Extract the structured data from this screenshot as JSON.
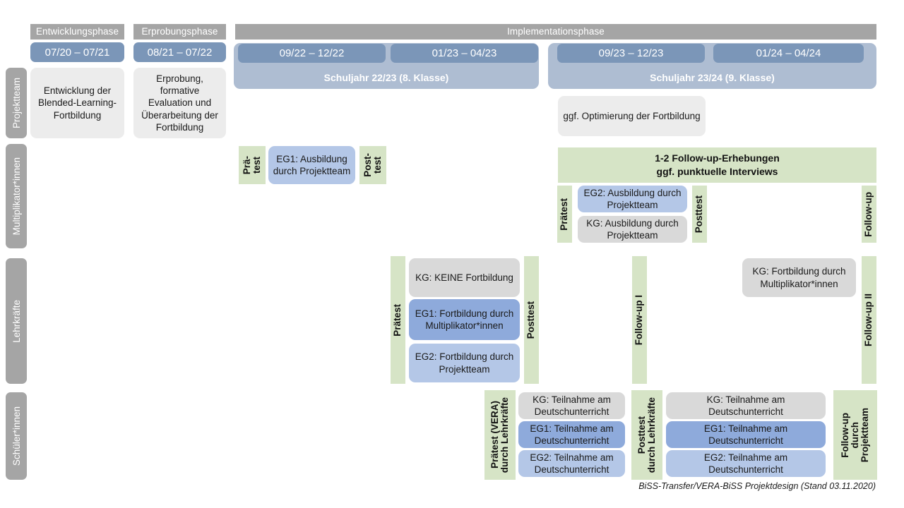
{
  "diagram": {
    "footer_note": "BiSS-Transfer/VERA-BiSS Projektdesign (Stand 03.11.2020)"
  },
  "phases": [
    {
      "label": "Entwicklungsphase"
    },
    {
      "label": "Erprobungsphase"
    },
    {
      "label": "Implementationsphase"
    }
  ],
  "periods": [
    {
      "label": "07/20 – 07/21"
    },
    {
      "label": "08/21 – 07/22"
    },
    {
      "label": "09/22 – 12/22"
    },
    {
      "label": "01/23 – 04/23"
    },
    {
      "label": "09/23 – 12/23"
    },
    {
      "label": "01/24 – 04/24"
    }
  ],
  "school_years": [
    {
      "label": "Schuljahr 22/23 (8. Klasse)"
    },
    {
      "label": "Schuljahr 23/24 (9. Klasse)"
    }
  ],
  "roles": [
    {
      "label": "Projektteam"
    },
    {
      "label": "Multiplikator*innen"
    },
    {
      "label": "Lehrkräfte"
    },
    {
      "label": "Schüler*innen"
    }
  ],
  "projektteam": {
    "entwicklung": "Entwicklung der Blended-Learning-Fortbildung",
    "erprobung": "Erprobung, formative Evaluation und Überarbeitung der Fortbildung",
    "optimierung": "ggf. Optimierung der Fortbildung"
  },
  "multiplikatoren": {
    "praetest_line1": "Prä-",
    "praetest_line2": "test",
    "eg1": "EG1: Ausbildung durch Projektteam",
    "posttest_line1": "Post-",
    "posttest_line2": "test",
    "followup_banner_line1": "1-2 Follow-up-Erhebungen",
    "followup_banner_line2": "ggf. punktuelle Interviews",
    "praetest2": "Prätest",
    "eg2": "EG2: Ausbildung durch Projektteam",
    "kg": "KG: Ausbildung durch Projektteam",
    "posttest2": "Posttest",
    "followup": "Follow-up"
  },
  "lehrkraefte": {
    "praetest": "Prätest",
    "kg": "KG:  KEINE Fortbildung",
    "eg1": "EG1: Fortbildung durch Multiplikator*innen",
    "eg2": "EG2: Fortbildung durch Projektteam",
    "posttest": "Posttest",
    "followup1": "Follow-up I",
    "kg_right": "KG: Fortbildung durch Multiplikator*innen",
    "followup2": "Follow-up II"
  },
  "schueler": {
    "praetest_bold": "Prätest (VERA)",
    "praetest_reg": "durch Lehrkräfte",
    "kg_left": "KG: Teilnahme am Deutschunterricht",
    "eg1_left": "EG1: Teilnahme am Deutschunterricht",
    "eg2_left": "EG2: Teilnahme am Deutschunterricht",
    "posttest_bold": "Posttest",
    "posttest_reg": "durch Lehrkräfte",
    "kg_right": "KG: Teilnahme am Deutschunterricht",
    "eg1_right": "EG1: Teilnahme am Deutschunterricht",
    "eg2_right": "EG2: Teilnahme am Deutschunterricht",
    "followup_bold": "Follow-up",
    "followup_reg1": "durch",
    "followup_reg2": "Projektteam"
  },
  "colors": {
    "grey_header": "#a5a5a5",
    "period_blue": "#7b96b8",
    "schoolyear_blue": "#aebdd2",
    "green": "#d6e4c6",
    "blue_dark": "#8eaadb",
    "blue_light": "#b4c7e7",
    "grey_box": "#ececec"
  }
}
